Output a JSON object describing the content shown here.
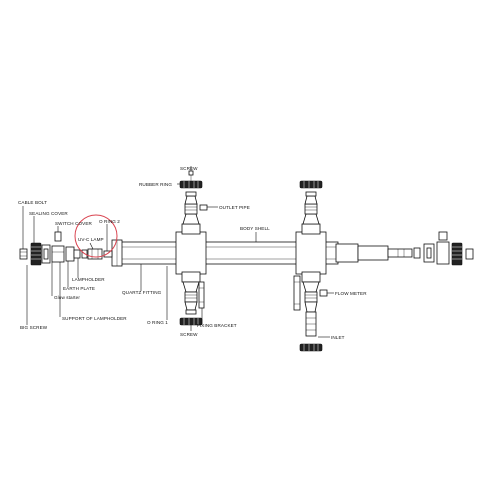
{
  "labels": {
    "screw_top": "SCREW",
    "rubber_ring": "RUBBER RING",
    "outlet_pipe": "OUTLET PIPE",
    "body_shell": "BODY SHELL",
    "cable_bolt": "CABLE BOLT",
    "sealing_cover": "SEALING COVER",
    "switch_cover": "SWITCH COVER",
    "o_ring_2": "O RING 2",
    "uv_c_lamp": "UV-C LAMP",
    "lampholder": "LAMPHOLDER",
    "earth_plate": "EARTH PLATE",
    "glow_starter": "Glow starter",
    "support_of_lampholder": "SUPPORT OF LAMPHOLDER",
    "big_screw": "BIG SCREW",
    "quartz_fitting": "QUARTZ FITTING",
    "o_ring_1": "O RING 1",
    "fixing_bracket": "FIXING BRACKET",
    "screw_bottom": "SCREW",
    "flow_meter": "FLOW METER",
    "inlet": "INLET"
  },
  "colors": {
    "line": "#111111",
    "highlight_circle": "#d9434f"
  }
}
